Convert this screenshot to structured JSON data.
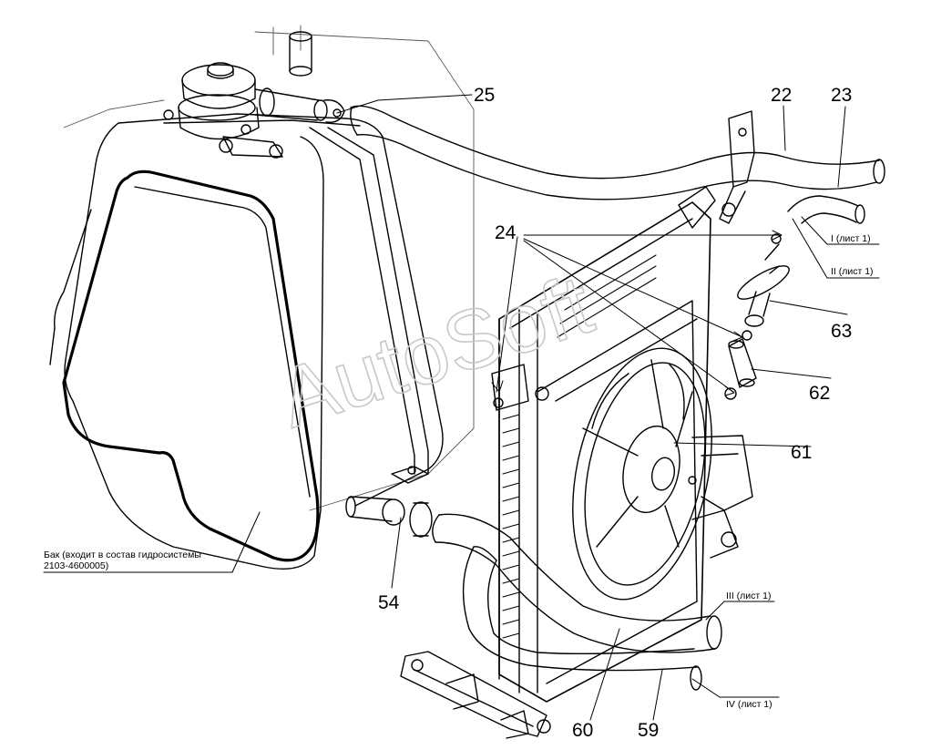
{
  "watermark": "AutoSoft",
  "callouts": {
    "c25": "25",
    "c22": "22",
    "c23": "23",
    "c24": "24",
    "c63": "63",
    "c62": "62",
    "c61": "61",
    "c54": "54",
    "c60": "60",
    "c59": "59"
  },
  "refs": {
    "sheet_i": "I (лист 1)",
    "sheet_ii": "II (лист 1)",
    "sheet_iii": "III (лист 1)",
    "sheet_iv": "IV (лист 1)"
  },
  "tank_note": {
    "line1": "Бак (входит в состав гидросистемы",
    "line2": "2103-4600005)"
  }
}
